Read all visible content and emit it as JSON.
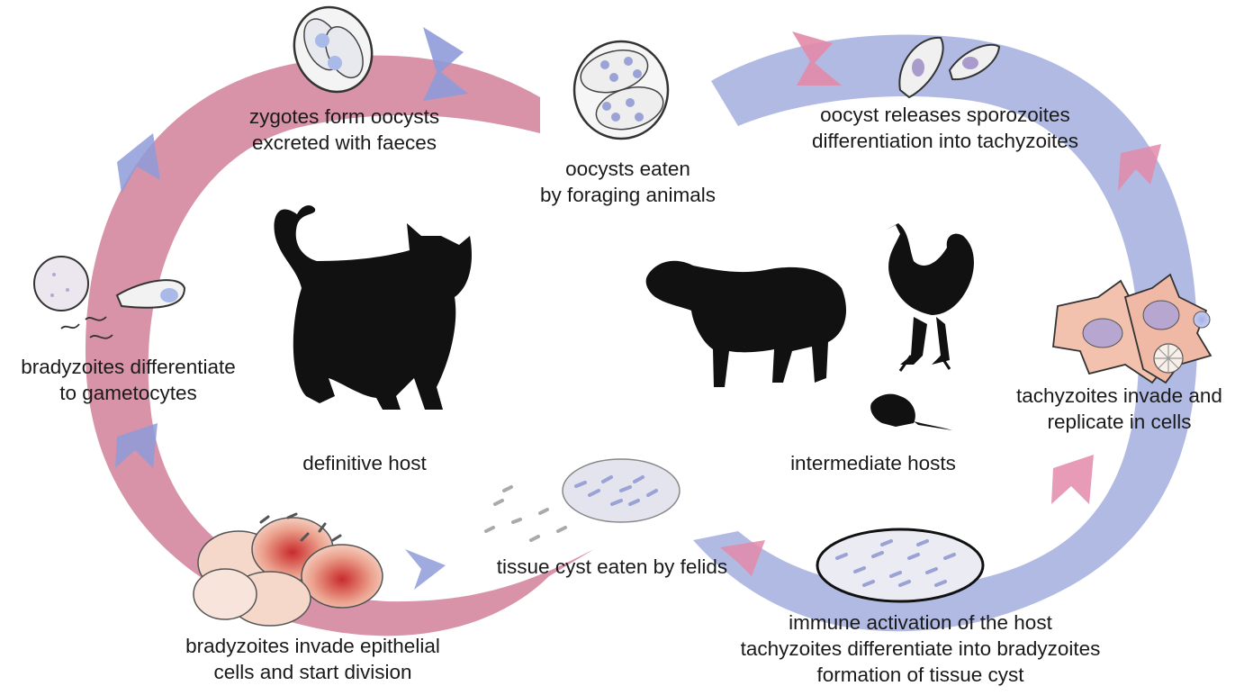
{
  "colors": {
    "pink_ring": "#d4879f",
    "blue_ring": "#a9b3e0",
    "pink_arrow": "#e38aa9",
    "blue_arrow": "#8e9bd8",
    "silhouette": "#111111",
    "cell_fill": "#f2c2ae",
    "nucleus": "#b7a6cf"
  },
  "icons": [
    "cat-silhouette",
    "sheep-silhouette",
    "chicken-silhouette",
    "mouse-silhouette",
    "oocyst-icon",
    "tissue-cyst-icon",
    "epithelial-cells-icon",
    "infected-cells-icon"
  ],
  "labels": {
    "zygotes": [
      "zygotes form oocysts",
      "excreted with faeces"
    ],
    "oocysts_eaten": [
      "oocysts eaten",
      "by foraging animals"
    ],
    "sporozoites": [
      "oocyst releases sporozoites",
      "differentiation into tachyzoites"
    ],
    "gametocytes": [
      "bradyzoites differentiate",
      "to gametocytes"
    ],
    "definitive_host": "definitive host",
    "intermediate_hosts": "intermediate hosts",
    "tachyzoites_invade": [
      "tachyzoites invade and",
      "replicate in cells"
    ],
    "tissue_cyst_eaten": "tissue cyst eaten by felids",
    "epithelial": [
      "bradyzoites invade epithelial",
      "cells and start division"
    ],
    "immune": [
      "immune activation of the host",
      "tachyzoites differentiate into bradyzoites",
      "formation of tissue cyst"
    ]
  }
}
